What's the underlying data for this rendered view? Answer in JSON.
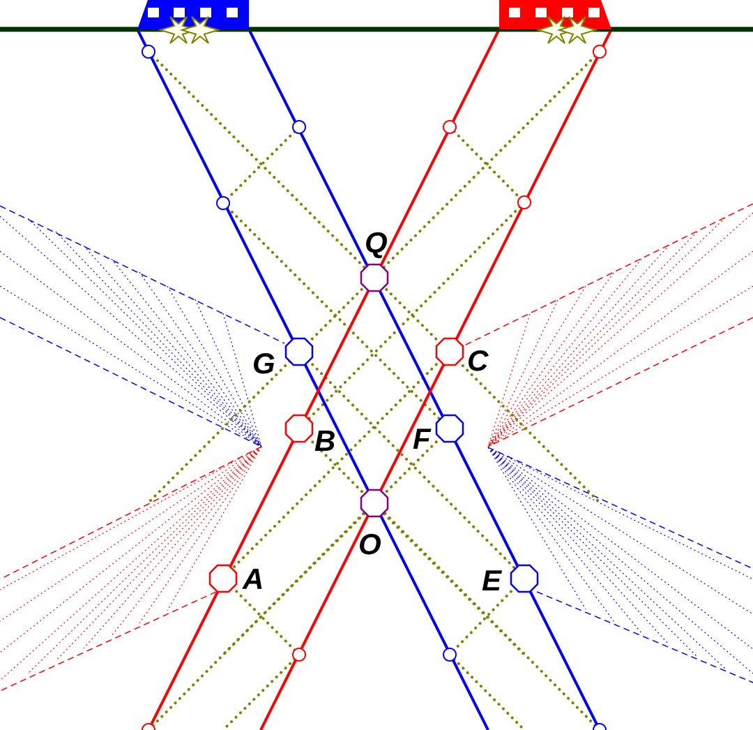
{
  "diagram": {
    "labels": {
      "Q": "Q",
      "O": "O",
      "A": "A",
      "B": "B",
      "C": "C",
      "E": "E",
      "F": "F",
      "G": "G"
    },
    "colors": {
      "background": "#ffffff",
      "ground_line": "#003300",
      "blue": "#0000ff",
      "red": "#ff0000",
      "signal": "#808000",
      "event_marker": "#800080",
      "label": "#000000"
    }
  }
}
